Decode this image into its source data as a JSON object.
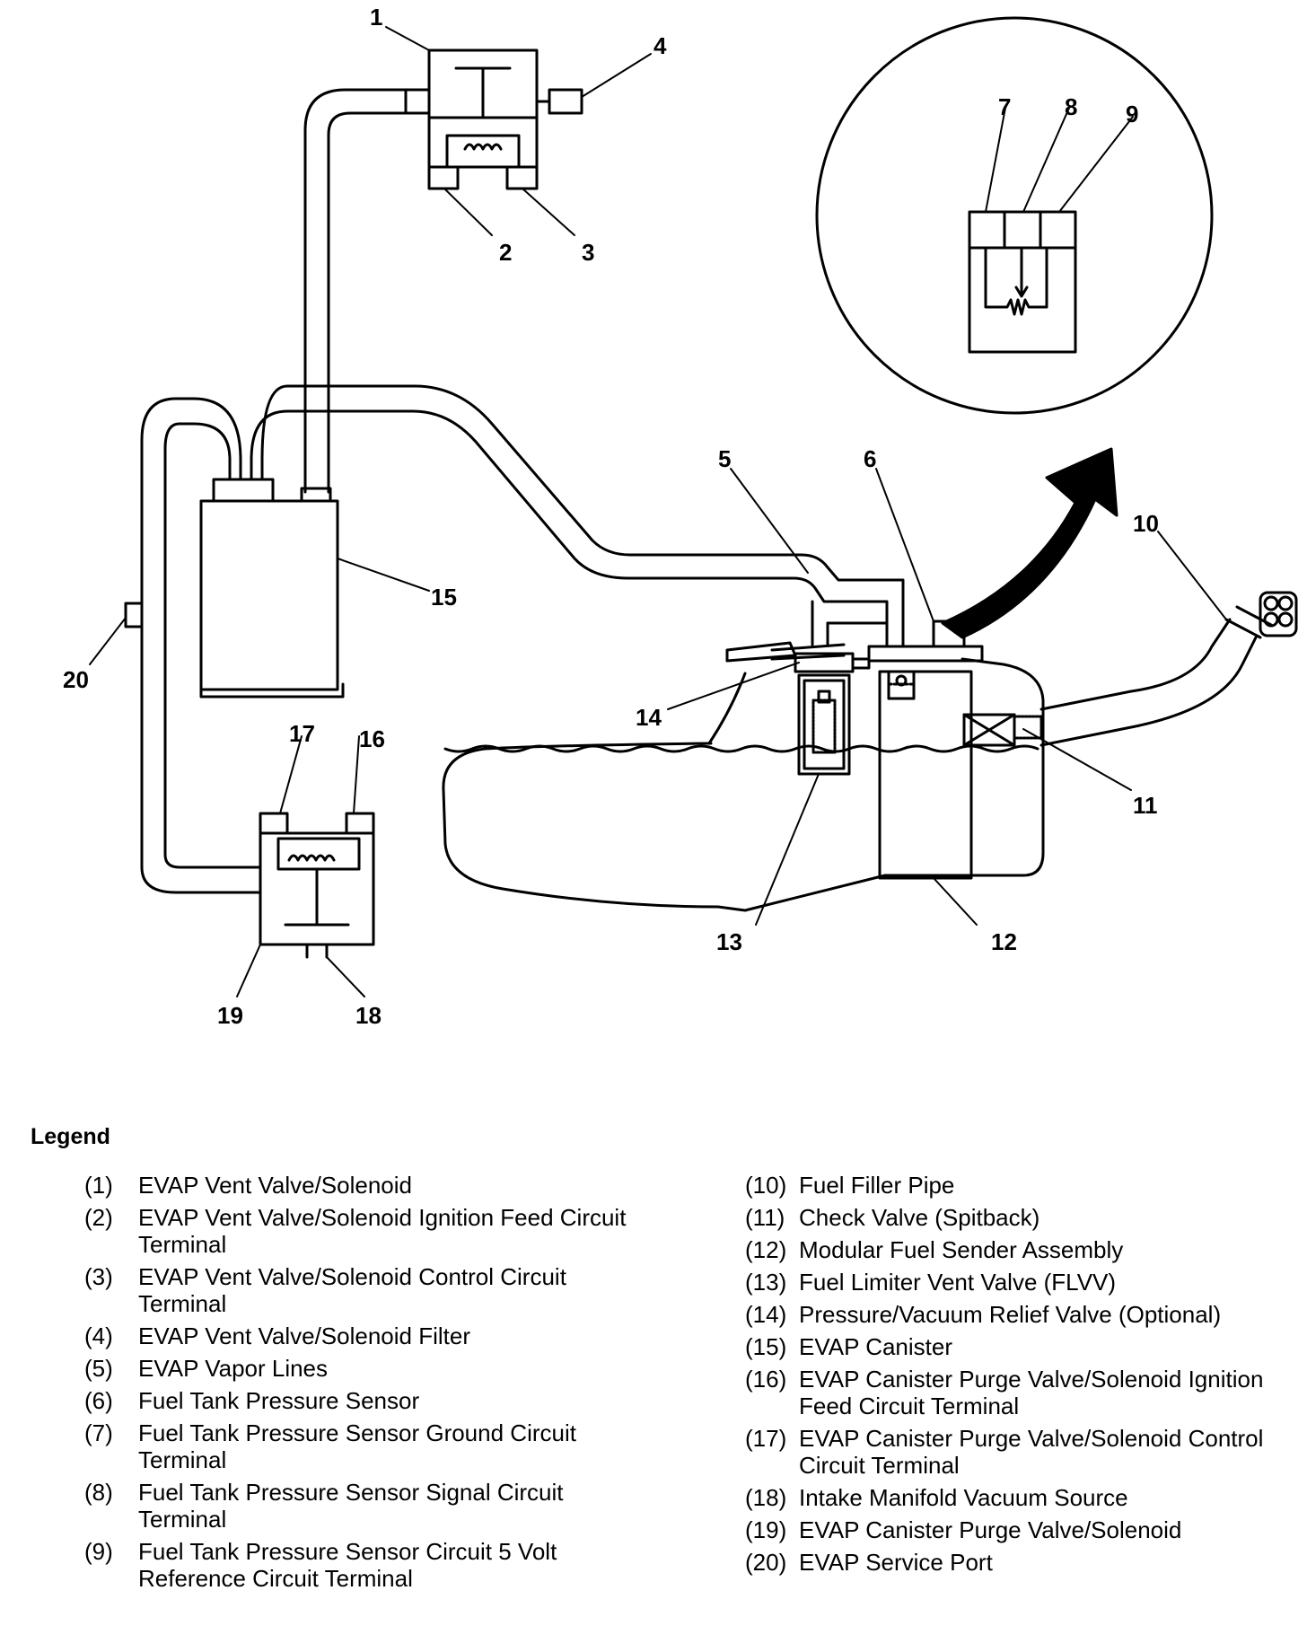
{
  "callouts": {
    "n1": "1",
    "n2": "2",
    "n3": "3",
    "n4": "4",
    "n5": "5",
    "n6": "6",
    "n7": "7",
    "n8": "8",
    "n9": "9",
    "n10": "10",
    "n11": "11",
    "n12": "12",
    "n13": "13",
    "n14": "14",
    "n15": "15",
    "n16": "16",
    "n17": "17",
    "n18": "18",
    "n19": "19",
    "n20": "20"
  },
  "legend": {
    "title": "Legend",
    "left": [
      {
        "code": "(1)",
        "text": "EVAP Vent Valve/Solenoid"
      },
      {
        "code": "(2)",
        "text": "EVAP Vent Valve/Solenoid Ignition Feed Circuit Terminal"
      },
      {
        "code": "(3)",
        "text": "EVAP Vent Valve/Solenoid Control Circuit Terminal"
      },
      {
        "code": "(4)",
        "text": "EVAP Vent Valve/Solenoid Filter"
      },
      {
        "code": "(5)",
        "text": "EVAP Vapor Lines"
      },
      {
        "code": "(6)",
        "text": "Fuel Tank Pressure Sensor"
      },
      {
        "code": "(7)",
        "text": "Fuel Tank Pressure Sensor Ground Circuit Terminal"
      },
      {
        "code": "(8)",
        "text": "Fuel Tank Pressure Sensor Signal Circuit Terminal"
      },
      {
        "code": "(9)",
        "text": "Fuel Tank Pressure Sensor Circuit 5 Volt Reference Circuit Terminal"
      }
    ],
    "right": [
      {
        "code": "(10)",
        "text": "Fuel Filler Pipe"
      },
      {
        "code": "(11)",
        "text": "Check Valve (Spitback)"
      },
      {
        "code": "(12)",
        "text": "Modular Fuel Sender Assembly"
      },
      {
        "code": "(13)",
        "text": "Fuel Limiter Vent Valve (FLVV)"
      },
      {
        "code": "(14)",
        "text": "Pressure/Vacuum Relief Valve (Optional)"
      },
      {
        "code": "(15)",
        "text": "EVAP Canister"
      },
      {
        "code": "(16)",
        "text": "EVAP Canister Purge Valve/Solenoid Ignition Feed Circuit Terminal"
      },
      {
        "code": "(17)",
        "text": "EVAP Canister Purge Valve/Solenoid Control Circuit Terminal"
      },
      {
        "code": "(18)",
        "text": "Intake Manifold Vacuum Source"
      },
      {
        "code": "(19)",
        "text": "EVAP Canister Purge Valve/Solenoid"
      },
      {
        "code": "(20)",
        "text": "EVAP Service Port"
      }
    ]
  }
}
